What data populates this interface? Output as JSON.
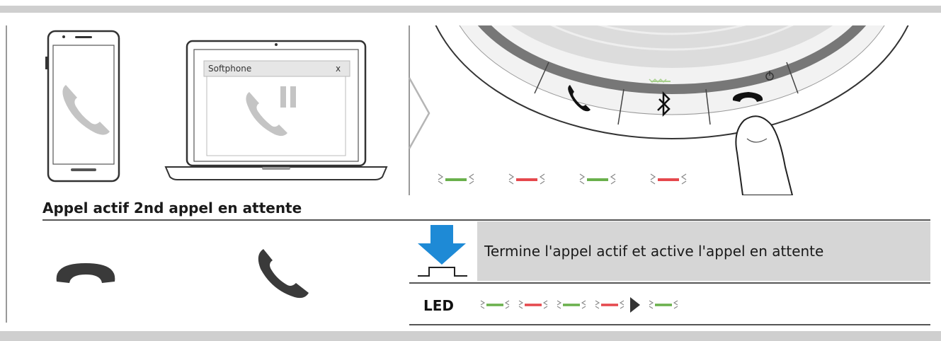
{
  "caption": "Appel actif 2nd appel en attente",
  "softphone": {
    "title": "Softphone",
    "close": "x"
  },
  "action": {
    "text": "Termine l'appel actif et active l'appel en attente"
  },
  "led": {
    "label": "LED"
  },
  "colors": {
    "green": "#6ab04c",
    "red": "#e5484d",
    "blue": "#1e8ad6",
    "gray_icon": "#c4c4c4",
    "dark_icon": "#3a3a3a"
  },
  "icons": [
    "smartphone-icon",
    "laptop-icon",
    "phone-handset-icon",
    "hold-icon",
    "end-call-icon",
    "answer-call-icon",
    "bluetooth-icon",
    "power-icon",
    "press-button-icon",
    "finger-icon",
    "led-dash-icon",
    "arrow-right-icon"
  ]
}
